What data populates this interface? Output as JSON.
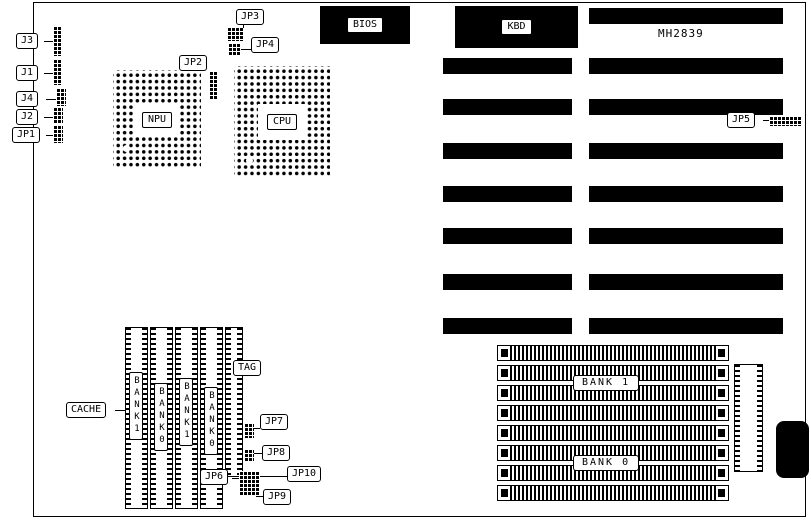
{
  "board": {
    "model": "MH2839"
  },
  "connectors": {
    "j3": "J3",
    "j1": "J1",
    "j4": "J4",
    "j2": "J2",
    "jp1": "JP1",
    "jp2": "JP2",
    "jp3": "JP3",
    "jp4": "JP4",
    "jp5": "JP5",
    "jp6": "JP6",
    "jp7": "JP7",
    "jp8": "JP8",
    "jp9": "JP9",
    "jp10": "JP10"
  },
  "chips": {
    "npu": "NPU",
    "cpu": "CPU",
    "bios": "BIOS",
    "kbd": "KBD"
  },
  "cache": {
    "label": "CACHE",
    "tag": "TAG",
    "banks": [
      "BANK1",
      "BANK0",
      "BANK1",
      "BANK0"
    ]
  },
  "memory": {
    "bank1": "BANK 1",
    "bank0": "BANK 0"
  }
}
